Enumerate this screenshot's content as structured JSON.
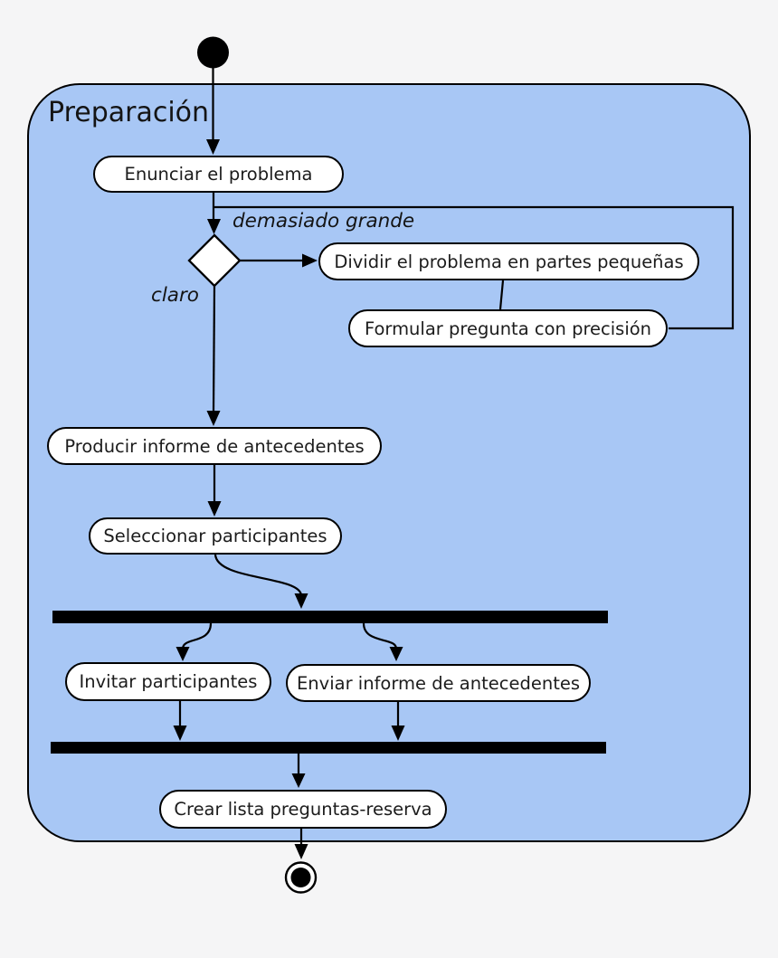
{
  "diagram": {
    "type": "uml-activity-diagram",
    "partition": {
      "title": "Preparación"
    },
    "nodes": {
      "enunciar": "Enunciar el problema",
      "dividir": "Dividir el problema en partes pequeñas",
      "formular": "Formular pregunta con precisión",
      "producir": "Producir informe de antecedentes",
      "seleccionar": "Seleccionar participantes",
      "invitar": "Invitar participantes",
      "enviar": "Enviar informe de antecedentes",
      "crear": "Crear lista preguntas-reserva"
    },
    "edge_labels": {
      "demasiado_grande": "demasiado grande",
      "claro": "claro"
    },
    "colors": {
      "background": "#f5f5f6",
      "partition_fill": "#a8c7f5",
      "node_fill": "#ffffff",
      "stroke": "#000000"
    }
  }
}
